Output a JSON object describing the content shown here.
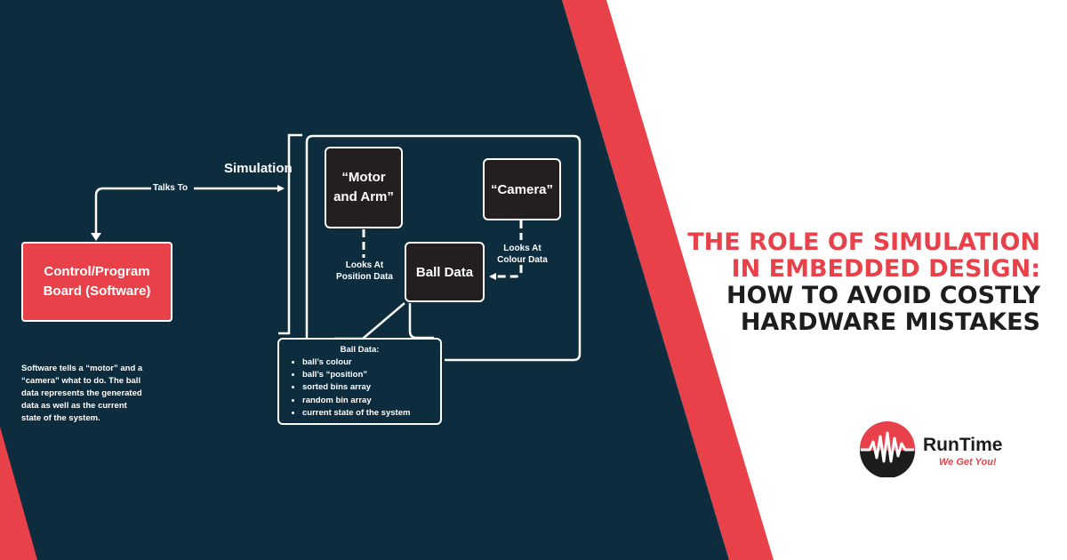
{
  "diagram": {
    "simulation_label": "Simulation",
    "talks_to_label": "Talks To",
    "control_board": {
      "line1": "Control/Program",
      "line2": "Board (Software)"
    },
    "motor_arm": {
      "line1": "“Motor",
      "line2": "and Arm”"
    },
    "camera": {
      "label": "“Camera”"
    },
    "ball_data": {
      "label": "Ball Data"
    },
    "looks_at_position": {
      "line1": "Looks At",
      "line2": "Position Data"
    },
    "looks_at_colour": {
      "line1": "Looks At",
      "line2": "Colour Data"
    },
    "ball_data_callout": {
      "title": "Ball Data:",
      "items": [
        "ball’s colour",
        "ball’s “position”",
        "sorted bins array",
        "random bin array",
        "current state of the system"
      ]
    },
    "description": {
      "lines": [
        "Software tells a “motor” and a",
        "“camera” what to do. The ball",
        "data represents the generated",
        "data as well as the current",
        "state of the system."
      ]
    }
  },
  "headline": {
    "line1": "The Role of Simulation",
    "line2": "in Embedded Design:",
    "line3": "How to Avoid Costly",
    "line4": "Hardware Mistakes"
  },
  "brand": {
    "name": "RunTime",
    "tagline": "We Get You!"
  },
  "colors": {
    "navy": "#0d2d3e",
    "red": "#e8414a",
    "box_dark": "#231f20",
    "white": "#ffffff"
  }
}
